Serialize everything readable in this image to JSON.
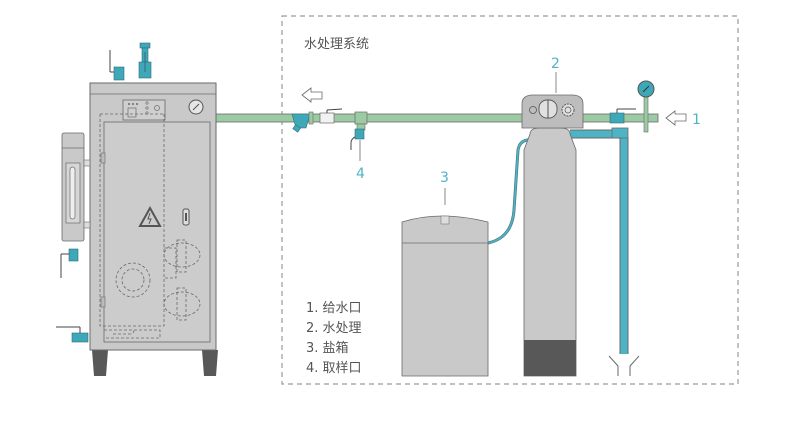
{
  "diagram": {
    "system_title": "水处理系统",
    "callouts": {
      "inlet": "1",
      "softener": "2",
      "brine_tank": "3",
      "sample": "4"
    },
    "legend": [
      "1. 给水口",
      "2. 水处理",
      "3. 盐箱",
      "4. 取样口"
    ],
    "colors": {
      "pipe_green": "#9ccba3",
      "pipe_teal": "#4fb3c6",
      "valve_teal": "#3fa8b8",
      "body_grey": "#c9c9c9",
      "outline": "#6a6a6a",
      "dark_base": "#585858",
      "callout_text": "#4fb3c6",
      "legend_text": "#555555"
    }
  }
}
